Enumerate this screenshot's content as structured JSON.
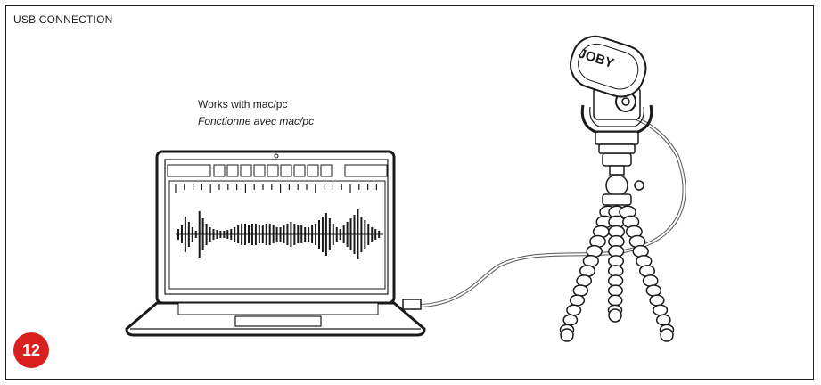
{
  "section": {
    "title": "USB CONNECTION"
  },
  "caption": {
    "en": "Works with mac/pc",
    "fr": "Fonctionne avec mac/pc"
  },
  "page": {
    "number": "12"
  },
  "microphone": {
    "brand": "JOBY"
  },
  "colors": {
    "badge": "#d8201f",
    "line": "#1a1a1a",
    "cable": "#888888"
  },
  "icons": [
    "laptop-icon",
    "waveform-icon",
    "microphone-icon",
    "tripod-icon",
    "usb-cable-icon"
  ]
}
